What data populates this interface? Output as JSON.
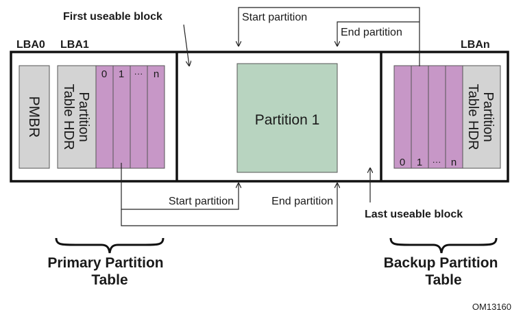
{
  "labels": {
    "lba0": "LBA0",
    "lba1": "LBA1",
    "lban": "LBAn",
    "first_useable": "First useable block",
    "last_useable": "Last useable block",
    "pmbr": "PMBR",
    "partition_table_hdr_line1": "Partition",
    "partition_table_hdr_line2": "Table HDR",
    "partition_1": "Partition 1",
    "start_partition_top": "Start partition",
    "end_partition_top": "End partition",
    "start_partition_bottom": "Start partition",
    "end_partition_bottom": "End partition",
    "primary_line1": "Primary Partition",
    "primary_line2": "Table",
    "backup_line1": "Backup Partition",
    "backup_line2": "Table",
    "figure_id": "OM13160"
  },
  "primary_entries": [
    "0",
    "1",
    "···",
    "n"
  ],
  "backup_entries": [
    "0",
    "1",
    "···",
    "n"
  ],
  "colors": {
    "grey_block": "#d3d3d3",
    "entry_purple": "#c797c7",
    "partition_green": "#b8d4c0",
    "outline": "#111111"
  }
}
